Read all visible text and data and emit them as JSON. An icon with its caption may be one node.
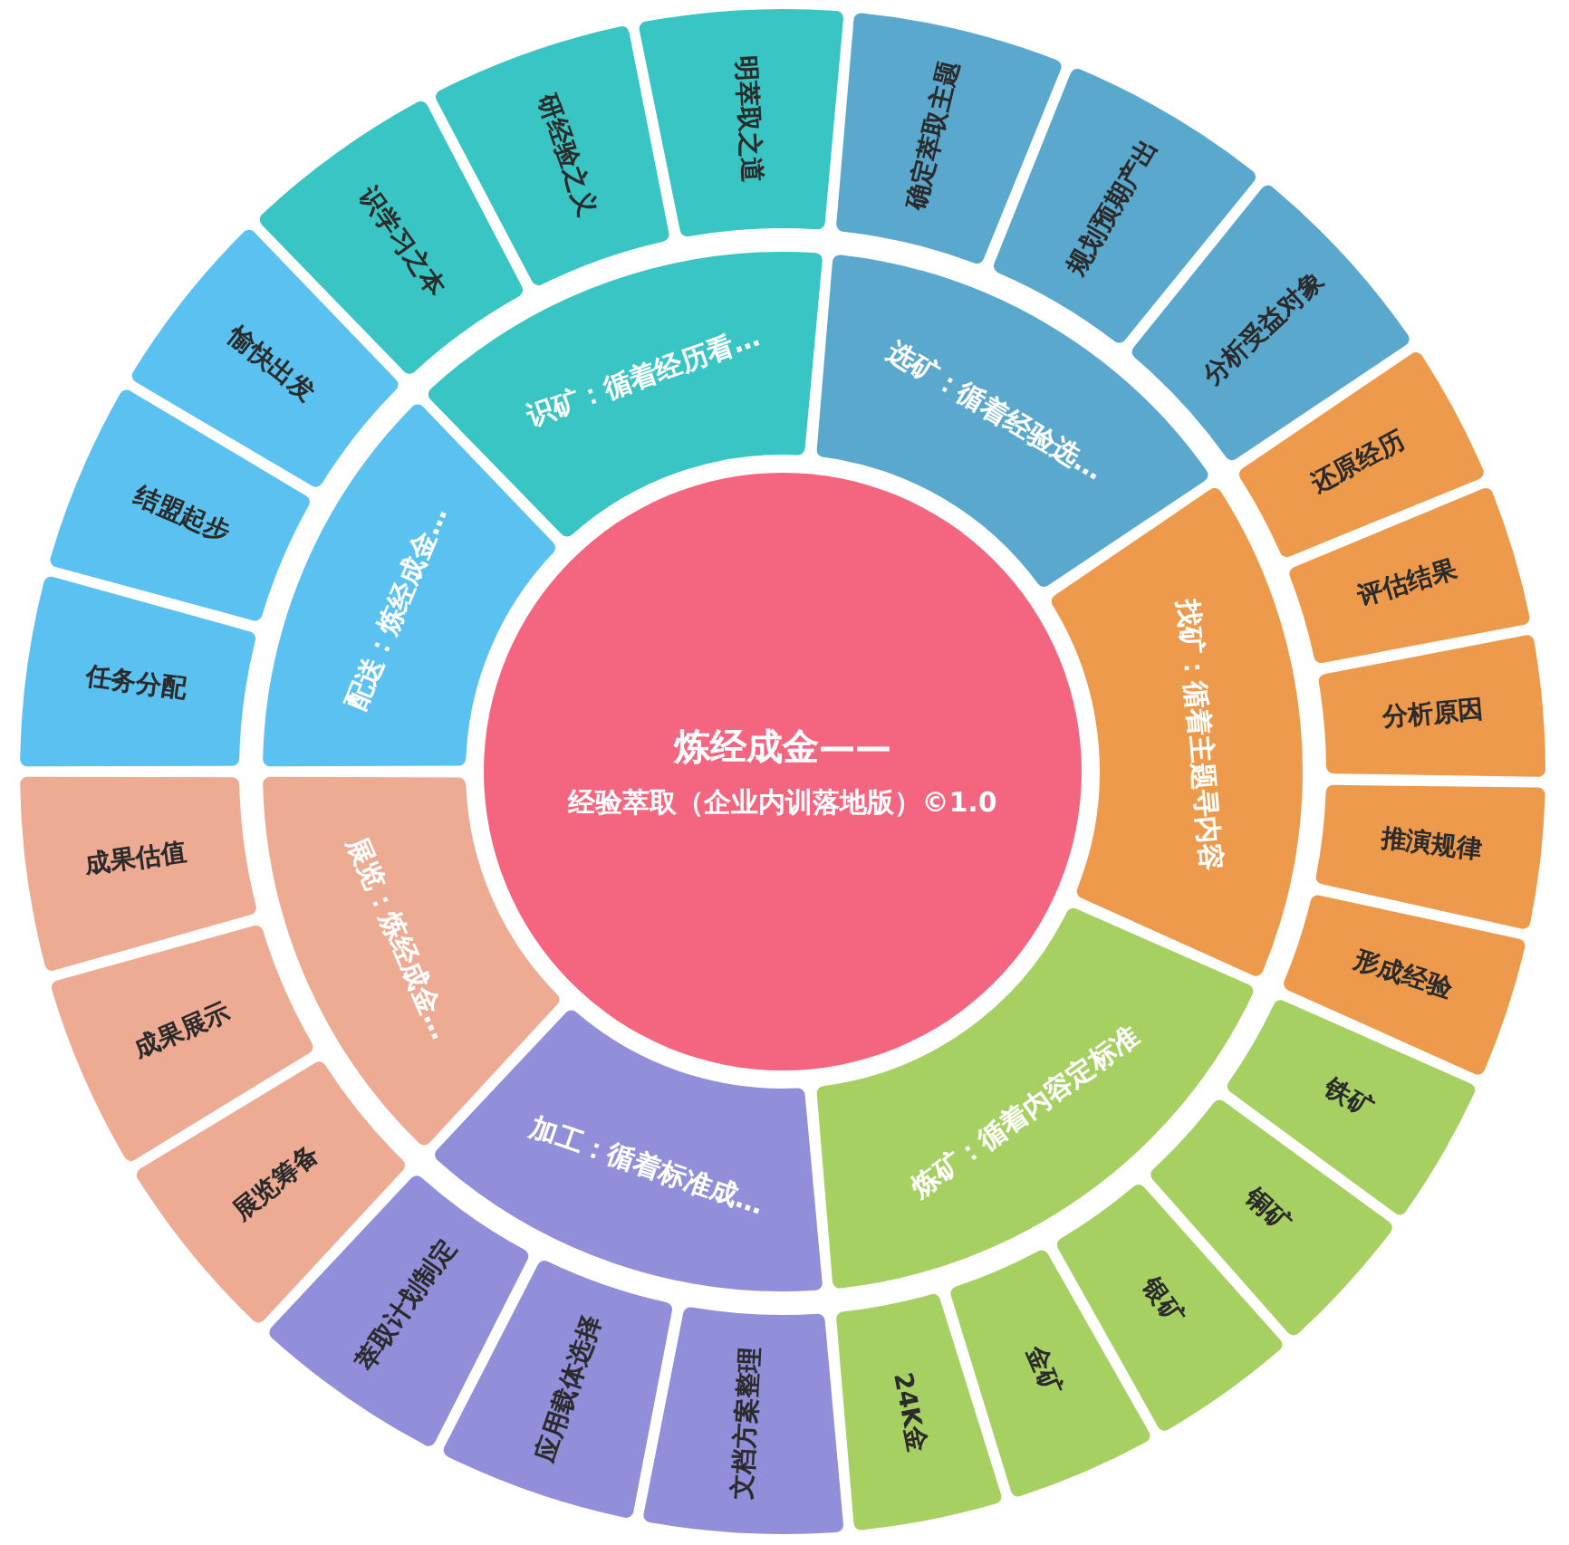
{
  "diagram": {
    "nodes": [
      {
        "text": [
          "炼经成金——",
          "经验萃取（企业内训落地版）©1.0"
        ]
      },
      {
        "text": [
          "识矿：循着经历看…"
        ]
      },
      {
        "text": [
          "选矿：循着经验选…"
        ]
      },
      {
        "text": [
          "找矿：循着主题寻内容"
        ]
      },
      {
        "text": [
          "炼矿：循着内容定标准"
        ]
      },
      {
        "text": [
          "加工：循着标准成…"
        ]
      },
      {
        "text": [
          "展览：炼经成金…"
        ]
      },
      {
        "text": [
          "配送：炼经成金…"
        ]
      },
      {
        "text": [
          "识学习之本"
        ]
      },
      {
        "text": [
          "研经验之义"
        ]
      },
      {
        "text": [
          "明萃取之道"
        ]
      },
      {
        "text": [
          "确定萃取主题"
        ]
      },
      {
        "text": [
          "规划预期产出"
        ]
      },
      {
        "text": [
          "分析受益对象"
        ]
      },
      {
        "text": [
          "还原经历"
        ]
      },
      {
        "text": [
          "评估结果"
        ]
      },
      {
        "text": [
          "分析原因"
        ]
      },
      {
        "text": [
          "推演规律"
        ]
      },
      {
        "text": [
          "形成经验"
        ]
      },
      {
        "text": [
          "铁矿"
        ]
      },
      {
        "text": [
          "铜矿"
        ]
      },
      {
        "text": [
          "银矿"
        ]
      },
      {
        "text": [
          "金矿"
        ]
      },
      {
        "text": [
          "24K金"
        ]
      },
      {
        "text": [
          "文档方案整理"
        ]
      },
      {
        "text": [
          "应用载体选择"
        ]
      },
      {
        "text": [
          "萃取计划制定"
        ]
      },
      {
        "text": [
          "展览筹备"
        ]
      },
      {
        "text": [
          "成果展示"
        ]
      },
      {
        "text": [
          "成果估值"
        ]
      },
      {
        "text": [
          "任务分配"
        ]
      },
      {
        "text": [
          "结盟起步"
        ]
      },
      {
        "text": [
          "愉快出发"
        ]
      }
    ]
  }
}
